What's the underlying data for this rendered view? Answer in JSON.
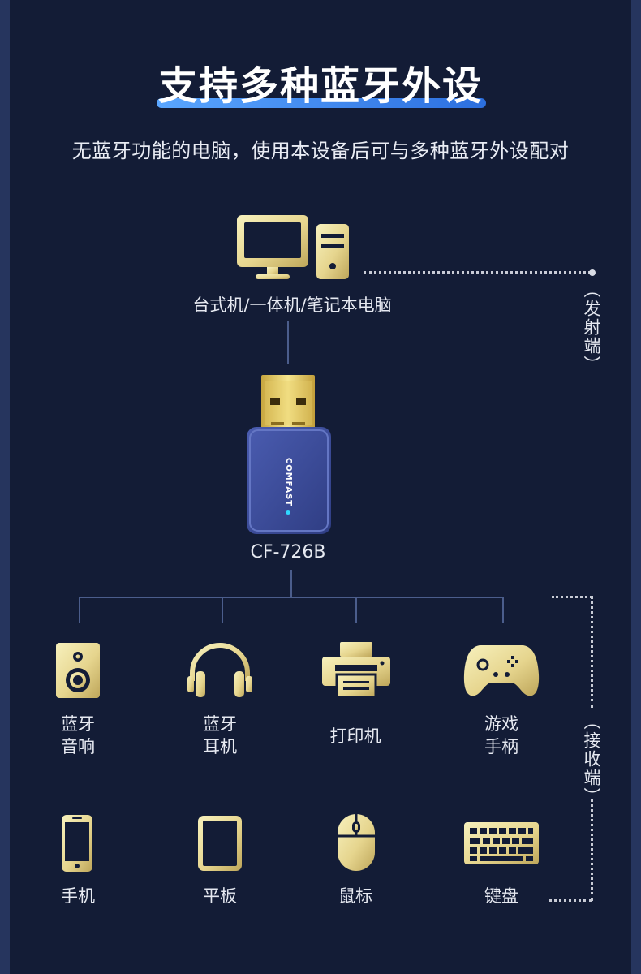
{
  "header": {
    "title": "支持多种蓝牙外设",
    "subtitle": "无蓝牙功能的电脑，使用本设备后可与多种蓝牙外设配对"
  },
  "source": {
    "label": "台式机/一体机/笔记本电脑",
    "side_label": "（发射端）"
  },
  "adapter": {
    "brand": "COMFAST",
    "model": "CF-726B"
  },
  "receivers": {
    "side_label": "（接收端）",
    "row1": [
      {
        "line1": "蓝牙",
        "line2": "音响",
        "icon": "speaker-icon"
      },
      {
        "line1": "蓝牙",
        "line2": "耳机",
        "icon": "headphones-icon"
      },
      {
        "line1": "打印机",
        "line2": "",
        "icon": "printer-icon"
      },
      {
        "line1": "游戏",
        "line2": "手柄",
        "icon": "gamepad-icon"
      }
    ],
    "row2": [
      {
        "line1": "手机",
        "icon": "phone-icon"
      },
      {
        "line1": "平板",
        "icon": "tablet-icon"
      },
      {
        "line1": "鼠标",
        "icon": "mouse-icon"
      },
      {
        "line1": "键盘",
        "icon": "keyboard-icon"
      }
    ]
  },
  "colors": {
    "background": "#131c36",
    "icon_gold_light": "#f6efb4",
    "icon_gold_dark": "#c8b468",
    "title_bar": "#3c86f0",
    "adapter_body": "#3f4f9c",
    "led": "#2fd8ff"
  }
}
